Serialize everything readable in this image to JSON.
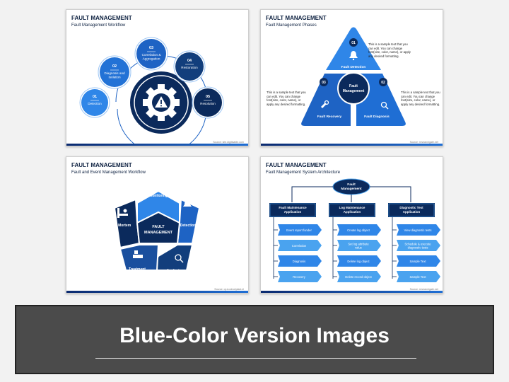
{
  "slides": [
    {
      "title": "FAULT MANAGEMENT",
      "subtitle": "Fault Management Workflow",
      "source": "Source: site.digitisable.com",
      "steps": [
        {
          "num": "01",
          "label": "Detection"
        },
        {
          "num": "02",
          "label": "Diagnosis and Isolation"
        },
        {
          "num": "03",
          "label": "Correlation & Aggregation"
        },
        {
          "num": "04",
          "label": "Restoration"
        },
        {
          "num": "05",
          "label": "Resolution"
        }
      ]
    },
    {
      "title": "FAULT MANAGEMENT",
      "subtitle": "Fault Management Phases",
      "source": "Source: researchgate.net",
      "center": "Fault Management",
      "phases": [
        {
          "num": "01",
          "label": "Fault Detection"
        },
        {
          "num": "02",
          "label": "Fault Diagnosis"
        },
        {
          "num": "03",
          "label": "Fault Recovery"
        }
      ],
      "sample_text": "This is a sample text that you can edit. You can change font(size, color, name), or apply any desired formatting."
    },
    {
      "title": "FAULT MANAGEMENT",
      "subtitle": "Fault and Event Management Workflow",
      "source": "Source: qr.eu.shortplast.nl",
      "center": "FAULT MANAGEMENT",
      "segments": [
        "Monitoring",
        "Detection",
        "Analysis",
        "Treatment",
        "Post Mortem"
      ]
    },
    {
      "title": "FAULT MANAGEMENT",
      "subtitle": "Fault Management System Architecture",
      "source": "Source: researchgate.net",
      "root": "Fault Management",
      "columns": [
        {
          "header": "Fault Maintenance Application",
          "items": [
            "Event report funder",
            "Correlation",
            "Diagnosis",
            "Recovery"
          ]
        },
        {
          "header": "Log Maintenance Application",
          "items": [
            "Create log object",
            "Set log attribute value",
            "Delete log object",
            "Delete record object"
          ]
        },
        {
          "header": "Diagnostic Test Application",
          "items": [
            "View diagnostic tests",
            "Schedule & execute diagnostic tests",
            "Sample Text",
            "Sample Text"
          ]
        }
      ]
    }
  ],
  "banner": {
    "title": "Blue-Color Version Images"
  },
  "colors": {
    "navy": "#0b2a5c",
    "dark_blue": "#123e7c",
    "blue": "#1e63c4",
    "light_blue": "#2f86e8",
    "sky": "#4aa3ef"
  },
  "icons": [
    "gear-warning-icon",
    "bell-icon",
    "magnifier-icon",
    "monitor-icon",
    "wrench-icon"
  ]
}
